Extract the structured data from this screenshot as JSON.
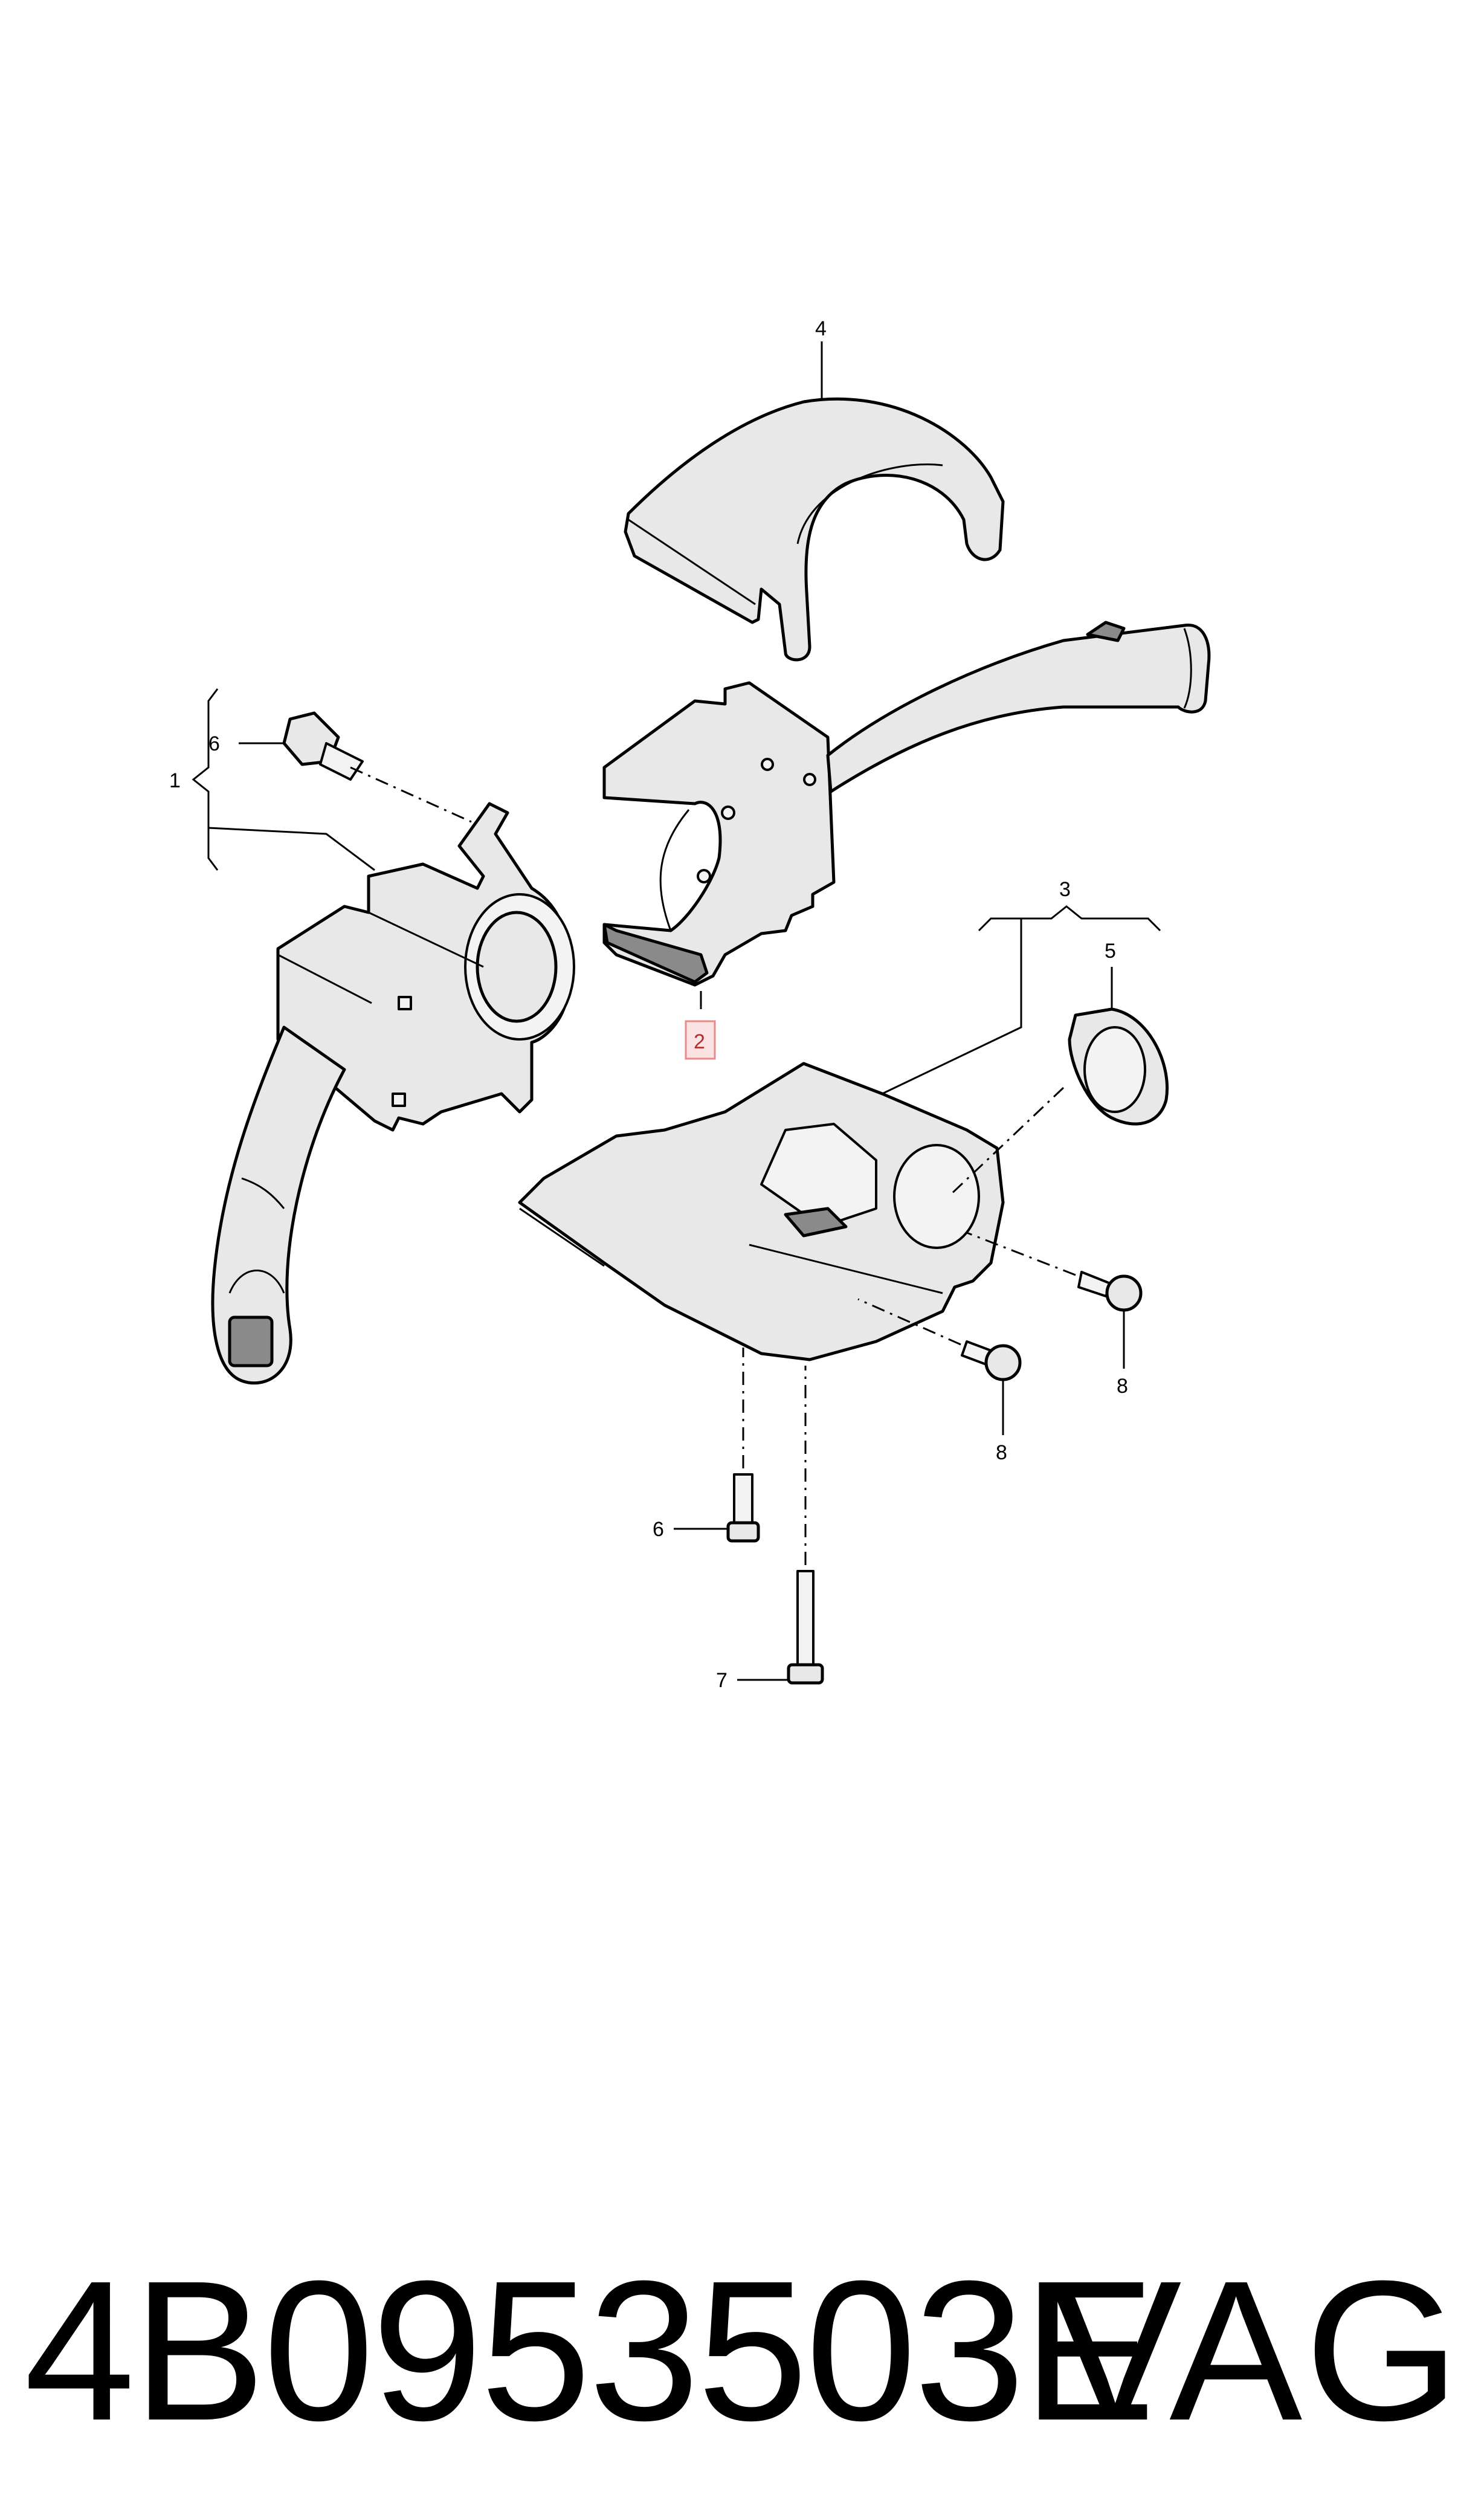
{
  "diagram": {
    "callouts": {
      "c1": "1",
      "c2": "2",
      "c3": "3",
      "c4": "4",
      "c5": "5",
      "c6a": "6",
      "c6b": "6",
      "c7": "7",
      "c8a": "8",
      "c8b": "8"
    },
    "highlight_color": "#e88a8a"
  },
  "footer": {
    "part_number": "4B0953503E",
    "brand": "VAG"
  }
}
